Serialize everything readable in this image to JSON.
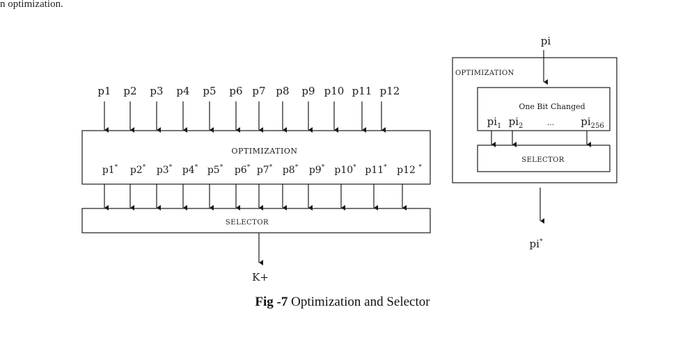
{
  "intro_text": "n optimization.",
  "left_diagram": {
    "inputs": [
      "p1",
      "p2",
      "p3",
      "p4",
      "p5",
      "p6",
      "p7",
      "p8",
      "p9",
      "p10",
      "p11",
      "p12"
    ],
    "optimization_label": "OPTIMIZATION",
    "outputs": [
      {
        "base": "p1",
        "sup": "*"
      },
      {
        "base": "p2",
        "sup": "*"
      },
      {
        "base": "p3",
        "sup": "*"
      },
      {
        "base": "p4",
        "sup": "*"
      },
      {
        "base": "p5",
        "sup": "*"
      },
      {
        "base": "p6",
        "sup": "*"
      },
      {
        "base": "p7",
        "sup": "*"
      },
      {
        "base": "p8",
        "sup": "*"
      },
      {
        "base": "p9",
        "sup": "*"
      },
      {
        "base": "p10",
        "sup": "*"
      },
      {
        "base": "p11",
        "sup": "*"
      },
      {
        "base": "p12 ",
        "sup": "*"
      }
    ],
    "selector_label": "SELECTOR",
    "result_label": "K+"
  },
  "right_diagram": {
    "input_label": "pi",
    "optimization_label": "OPTIMIZATION",
    "inner_title": "One Bit Changed",
    "bits": [
      {
        "base": "pi",
        "sub": "1"
      },
      {
        "base": "pi",
        "sub": "2"
      },
      {
        "base": "...",
        "sub": ""
      },
      {
        "base": "pi",
        "sub": "256"
      }
    ],
    "selector_label": "SELECTOR",
    "output": {
      "base": "pi",
      "sup": "*"
    }
  },
  "caption": {
    "label": "Fig -7",
    "text": " Optimization and Selector"
  },
  "colors": {
    "line": "#1a1a1a",
    "text": "#1a1a1a"
  }
}
